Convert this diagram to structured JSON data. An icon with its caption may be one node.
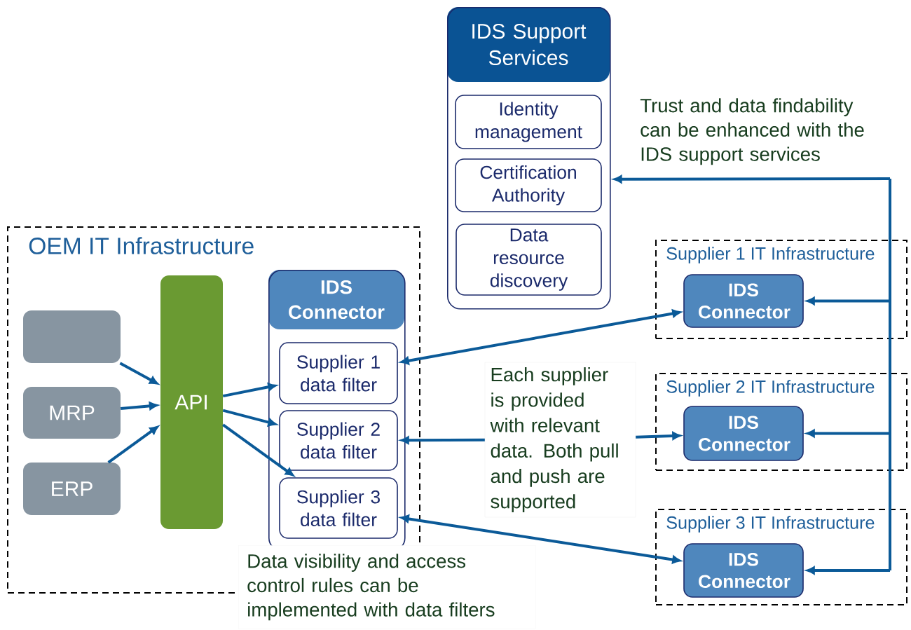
{
  "diagram": {
    "nodes": [
      {
        "text": [
          "IDS Support Services"
        ]
      },
      {
        "text": [
          "Identity management"
        ],
        "in": 0
      },
      {
        "text": [
          "Certification Authority"
        ],
        "in": 0
      },
      {
        "text": [
          "Data resource discovery"
        ],
        "in": 0
      },
      {
        "text": [
          "OEM IT Infrastructure"
        ]
      },
      {
        "text": [],
        "shape": "box",
        "in": 4
      },
      {
        "text": [
          "MRP"
        ],
        "in": 4
      },
      {
        "text": [
          "ERP"
        ],
        "in": 4
      },
      {
        "text": [
          "API"
        ],
        "in": 4
      },
      {
        "text": [
          "IDS Connector"
        ],
        "in": 4
      },
      {
        "text": [
          "Supplier 1 data filter"
        ],
        "in": 9
      },
      {
        "text": [
          "Supplier 2 data filter"
        ],
        "in": 9
      },
      {
        "text": [
          "Supplier 3 data filter"
        ],
        "in": 9
      },
      {
        "text": [
          "Supplier 1 IT Infrastructure"
        ]
      },
      {
        "text": [
          "IDS Connector"
        ],
        "in": 13
      },
      {
        "text": [
          "Supplier 2 IT Infrastructure"
        ]
      },
      {
        "text": [
          "IDS Connector"
        ],
        "in": 15
      },
      {
        "text": [
          "Supplier 3 IT Infrastructure"
        ]
      },
      {
        "text": [
          "IDS Connector"
        ],
        "in": 17
      },
      {
        "text": [
          "Each supplier is provided with relevant data. Both pull and push are supported"
        ]
      }
    ],
    "edges": [
      {
        "from": 5,
        "to": 8,
        "arrow": "to"
      },
      {
        "from": 6,
        "to": 8,
        "arrow": "to"
      },
      {
        "from": 7,
        "to": 8,
        "arrow": "to"
      },
      {
        "from": 8,
        "to": 10,
        "arrow": "to"
      },
      {
        "from": 8,
        "to": 11,
        "arrow": "to"
      },
      {
        "from": 8,
        "to": 12,
        "arrow": "to"
      },
      {
        "from": 14,
        "to": 10,
        "arrow": "both"
      },
      {
        "from": 19,
        "to": 11,
        "arrow": "to"
      },
      {
        "from": 19,
        "to": 16,
        "arrow": "to"
      },
      {
        "from": 18,
        "to": 12,
        "arrow": "both"
      },
      {
        "from": 14,
        "to": 0,
        "arrow": "both"
      },
      {
        "from": 16,
        "to": 0,
        "arrow": "both"
      },
      {
        "from": 18,
        "to": 0,
        "arrow": "both"
      }
    ],
    "labels": [
      "Trust and data findability can be enhanced with the IDS support services",
      "Data visibility and access control rules can be implemented with data filters"
    ]
  }
}
